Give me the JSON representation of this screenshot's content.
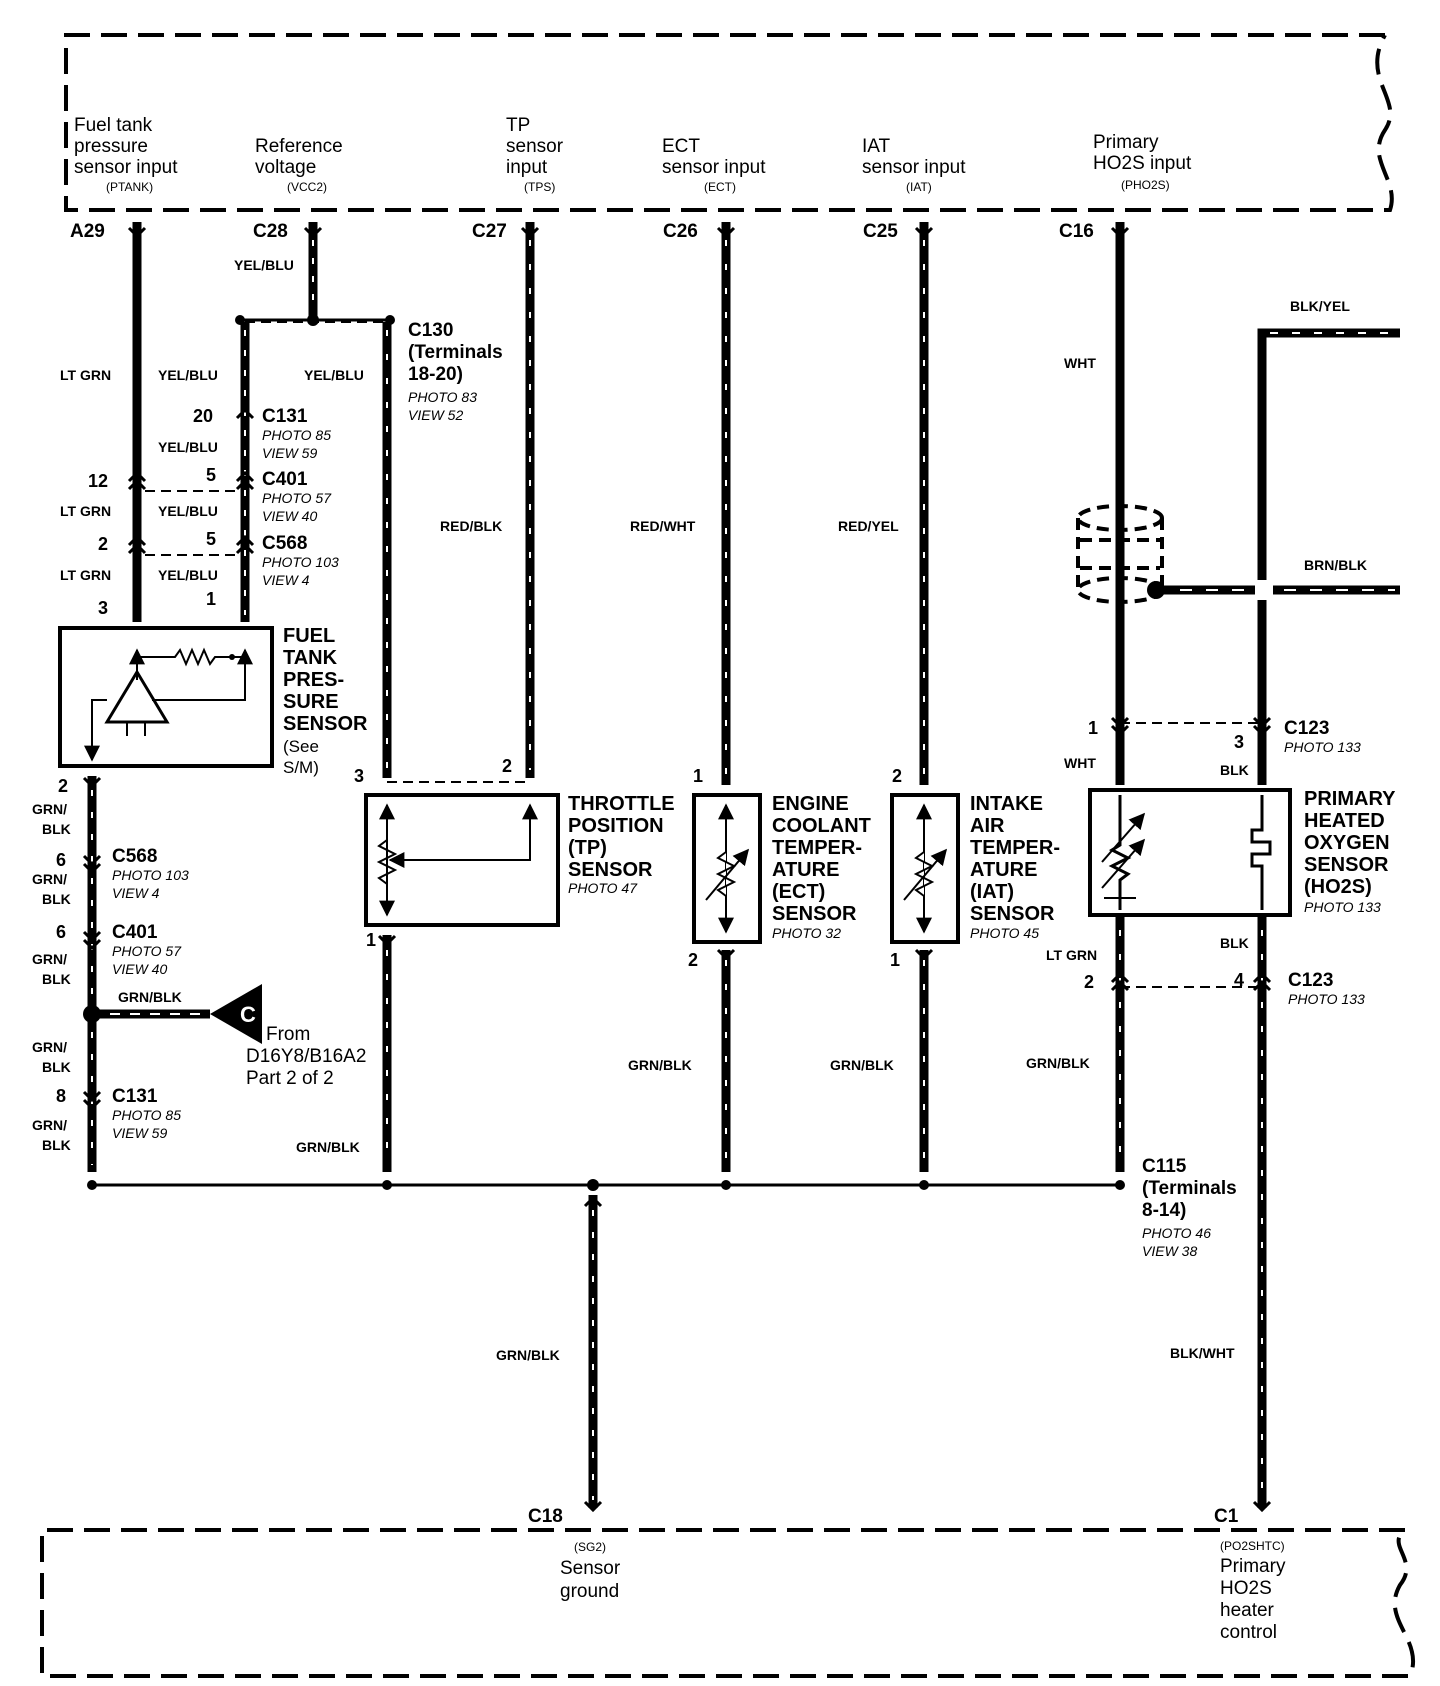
{
  "ecm_inputs": [
    {
      "id": "ptank",
      "terminal": "A29",
      "label": [
        "Fuel tank",
        "pressure",
        "sensor input"
      ],
      "signal": "(PTANK)"
    },
    {
      "id": "vcc2",
      "terminal": "C28",
      "label": [
        "Reference",
        "voltage"
      ],
      "signal": "(VCC2)"
    },
    {
      "id": "tps",
      "terminal": "C27",
      "label": [
        "TP",
        "sensor",
        "input"
      ],
      "signal": "(TPS)"
    },
    {
      "id": "ect",
      "terminal": "C26",
      "label": [
        "ECT",
        "sensor input"
      ],
      "signal": "(ECT)"
    },
    {
      "id": "iat",
      "terminal": "C25",
      "label": [
        "IAT",
        "sensor input"
      ],
      "signal": "(IAT)"
    },
    {
      "id": "pho2s",
      "terminal": "C16",
      "label": [
        "Primary",
        "HO2S input"
      ],
      "signal": "(PHO2S)"
    }
  ],
  "ecm_outputs": [
    {
      "id": "sg2",
      "terminal": "C18",
      "signal": "(SG2)",
      "label": [
        "Sensor",
        "ground"
      ]
    },
    {
      "id": "po2shtc",
      "terminal": "C1",
      "signal": "(PO2SHTC)",
      "label": [
        "Primary",
        "HO2S",
        "heater",
        "control"
      ]
    }
  ],
  "wire_colors": {
    "yel_blu": "YEL/BLU",
    "lt_grn": "LT GRN",
    "red_blk": "RED/BLK",
    "red_wht": "RED/WHT",
    "red_yel": "RED/YEL",
    "wht": "WHT",
    "blk_yel": "BLK/YEL",
    "brn_blk": "BRN/BLK",
    "blk": "BLK",
    "grn_blk": "GRN/BLK",
    "grn_blk_split": [
      "GRN/",
      "BLK"
    ],
    "blk_wht": "BLK/WHT"
  },
  "connectors": {
    "c130": {
      "name": "C130",
      "detail": [
        "(Terminals",
        "18-20)"
      ],
      "photo": "PHOTO 83",
      "view": "VIEW 52"
    },
    "c131_top": {
      "name": "C131",
      "photo": "PHOTO 85",
      "view": "VIEW 59"
    },
    "c401_top": {
      "name": "C401",
      "photo": "PHOTO 57",
      "view": "VIEW 40"
    },
    "c568_top": {
      "name": "C568",
      "photo": "PHOTO 103",
      "view": "VIEW 4"
    },
    "c568_bot": {
      "name": "C568",
      "photo": "PHOTO 103",
      "view": "VIEW 4"
    },
    "c401_bot": {
      "name": "C401",
      "photo": "PHOTO 57",
      "view": "VIEW 40"
    },
    "c131_bot": {
      "name": "C131",
      "photo": "PHOTO 85",
      "view": "VIEW 59"
    },
    "c123_top": {
      "name": "C123",
      "photo": "PHOTO 133"
    },
    "c123_bot": {
      "name": "C123",
      "photo": "PHOTO 133"
    },
    "c115": {
      "name": "C115",
      "detail": [
        "(Terminals",
        "8-14)"
      ],
      "photo": "PHOTO 46",
      "view": "VIEW 38"
    }
  },
  "pins": {
    "yb_c131": "20",
    "yb_c401": "5",
    "yb_c568": "5",
    "yb_sensor": "1",
    "lg_c401": "12",
    "lg_c568": "2",
    "lg_sensor": "3",
    "ft_out": "2",
    "gb_c568": "6",
    "gb_c401": "6",
    "gb_c131": "8",
    "tp_3": "3",
    "tp_2": "2",
    "tp_1": "1",
    "ect_1": "1",
    "ect_2": "2",
    "iat_2": "2",
    "iat_1": "1",
    "ho2s_1": "1",
    "ho2s_3": "3",
    "ho2s_2": "2",
    "ho2s_4": "4"
  },
  "sensors": {
    "fuel_tank": [
      "FUEL",
      "TANK",
      "PRES-",
      "SURE",
      "SENSOR"
    ],
    "fuel_tank_note": [
      "(See",
      "S/M)"
    ],
    "tp": [
      "THROTTLE",
      "POSITION",
      "(TP)",
      "SENSOR"
    ],
    "tp_photo": "PHOTO 47",
    "ect": [
      "ENGINE",
      "COOLANT",
      "TEMPER-",
      "ATURE",
      "(ECT)",
      "SENSOR"
    ],
    "ect_photo": "PHOTO 32",
    "iat": [
      "INTAKE",
      "AIR",
      "TEMPER-",
      "ATURE",
      "(IAT)",
      "SENSOR"
    ],
    "iat_photo": "PHOTO 45",
    "ho2s": [
      "PRIMARY",
      "HEATED",
      "OXYGEN",
      "SENSOR",
      "(HO2S)"
    ],
    "ho2s_photo": "PHOTO 133"
  },
  "reference": {
    "letter": "C",
    "from": "From",
    "lines": [
      "D16Y8/B16A2",
      "Part 2 of 2"
    ]
  }
}
